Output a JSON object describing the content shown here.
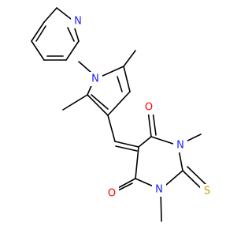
{
  "molecule": {
    "atom_labels": {
      "n_pyridine": "N",
      "n_pyrrole": "N",
      "o_top": "O",
      "o_bottom": "O",
      "n_right": "N",
      "n_left": "N",
      "s_thione": "S"
    },
    "colors": {
      "bond": "#000000",
      "nitrogen": "#1f1fff",
      "oxygen": "#ff0000",
      "sulfur": "#c6a000"
    }
  }
}
